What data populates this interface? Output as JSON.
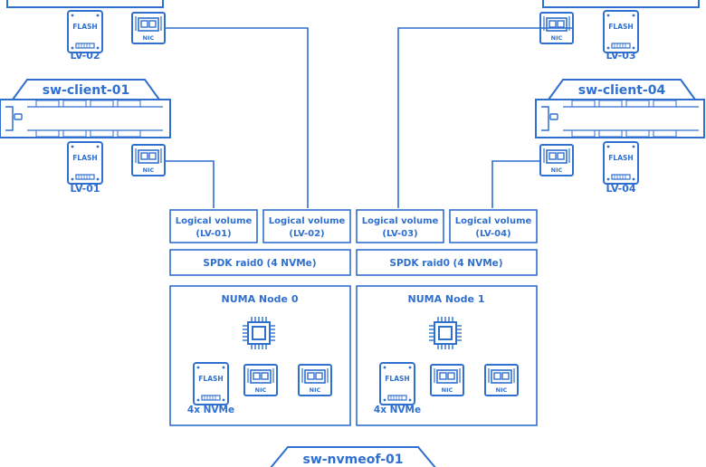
{
  "accent_color": "#2f6fcf",
  "clients": {
    "top_left": {
      "flash_label": "FLASH",
      "nic_label": "NIC",
      "volume_label": "LV-02"
    },
    "top_right": {
      "flash_label": "FLASH",
      "nic_label": "NIC",
      "volume_label": "LV-03"
    },
    "left": {
      "name": "sw-client-01",
      "flash_label": "FLASH",
      "nic_label": "NIC",
      "volume_label": "LV-01"
    },
    "right": {
      "name": "sw-client-04",
      "flash_label": "FLASH",
      "nic_label": "NIC",
      "volume_label": "LV-04"
    }
  },
  "logical_volumes": [
    {
      "title": "Logical volume",
      "id": "(LV-01)"
    },
    {
      "title": "Logical volume",
      "id": "(LV-02)"
    },
    {
      "title": "Logical volume",
      "id": "(LV-03)"
    },
    {
      "title": "Logical volume",
      "id": "(LV-04)"
    }
  ],
  "raid": [
    {
      "label": "SPDK raid0 (4 NVMe)"
    },
    {
      "label": "SPDK raid0 (4 NVMe)"
    }
  ],
  "numa": [
    {
      "title": "NUMA Node 0",
      "flash_label": "FLASH",
      "nic_labels": [
        "NIC",
        "NIC"
      ],
      "nvme_label": "4x NVMe"
    },
    {
      "title": "NUMA Node 1",
      "flash_label": "FLASH",
      "nic_labels": [
        "NIC",
        "NIC"
      ],
      "nvme_label": "4x NVMe"
    }
  ],
  "server": {
    "name": "sw-nvmeof-01"
  }
}
